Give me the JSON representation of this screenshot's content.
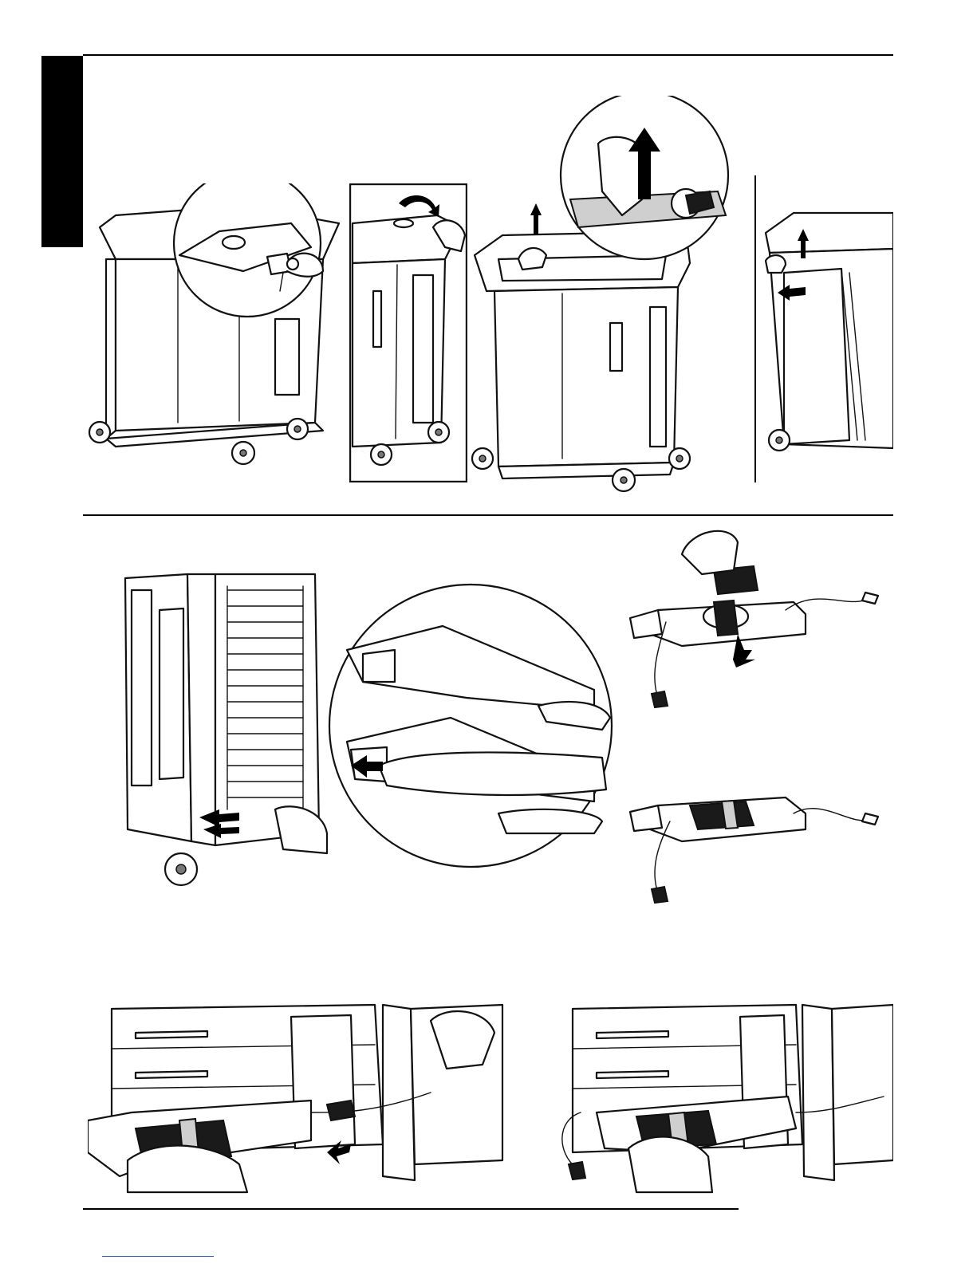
{
  "page": {
    "background": "#ffffff",
    "ink": "#000000",
    "link_color": "#3366cc"
  },
  "figures": [
    {
      "id": "cart-lid-unlock",
      "icon": "cart-key-lock-detail-icon"
    },
    {
      "id": "lid-open",
      "icon": "lid-open-arrow-icon"
    },
    {
      "id": "cart-lid-raised-unplug",
      "icon": "unplug-power-detail-icon"
    },
    {
      "id": "side-panel-removal",
      "icon": "panel-lift-arrow-icon"
    },
    {
      "id": "tray-release",
      "icon": "tray-release-finger-detail-icon"
    },
    {
      "id": "adapter-strap",
      "icon": "adapter-strap-tray-icon"
    },
    {
      "id": "adapter-tray-loaded",
      "icon": "adapter-tray-loaded-icon"
    },
    {
      "id": "tray-insert-connect",
      "icon": "tray-insert-plug-icon"
    },
    {
      "id": "tray-installed",
      "icon": "tray-installed-icon"
    }
  ]
}
